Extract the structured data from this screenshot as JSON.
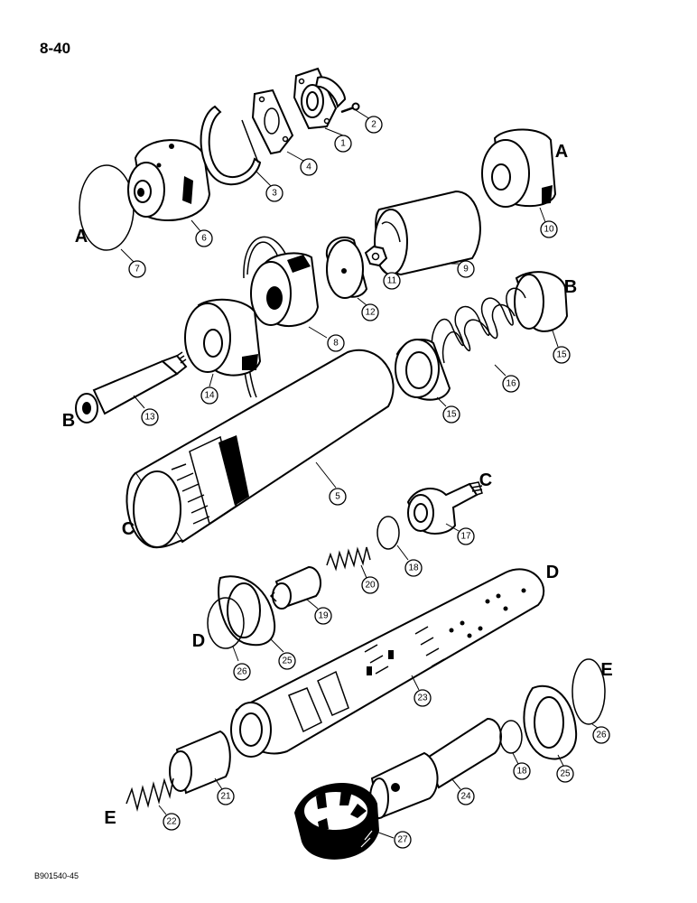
{
  "page_number": "8-40",
  "drawing_code": "B901540-45",
  "connection_letters": [
    "A",
    "B",
    "C",
    "D",
    "E"
  ],
  "callouts": [
    "1",
    "2",
    "3",
    "4",
    "5",
    "6",
    "7",
    "8",
    "9",
    "10",
    "11",
    "12",
    "13",
    "14",
    "15",
    "16",
    "17",
    "18",
    "19",
    "20",
    "21",
    "22",
    "23",
    "24",
    "25",
    "26",
    "27"
  ]
}
